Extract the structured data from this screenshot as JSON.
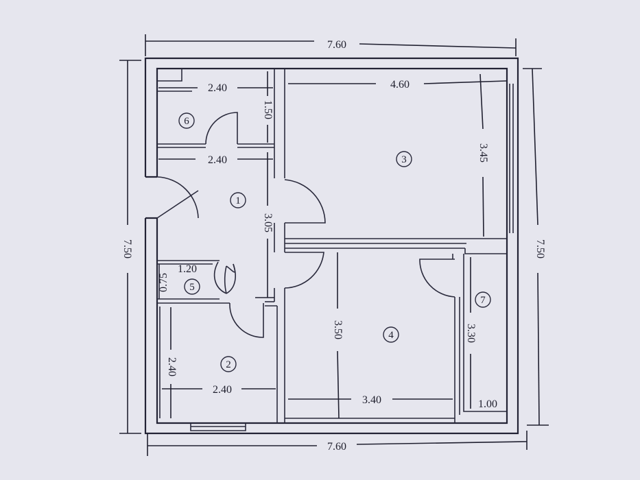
{
  "dimensions": {
    "overall_width_top": "7.60",
    "overall_width_bottom": "7.60",
    "overall_height_left": "7.50",
    "overall_height_right": "7.50",
    "room6_width": "2.40",
    "room6_depth": "1.50",
    "room1_width": "2.40",
    "room1_depth": "3.05",
    "room3_width": "4.60",
    "room3_depth": "3.45",
    "room5_width": "1.20",
    "room5_depth": "0.75",
    "room2_width": "2.40",
    "room2_depth": "2.40",
    "room4_width": "3.40",
    "room4_depth": "3.50",
    "room7_width": "1.00",
    "room7_depth": "3.30"
  },
  "rooms": [
    {
      "id": "1"
    },
    {
      "id": "2"
    },
    {
      "id": "3"
    },
    {
      "id": "4"
    },
    {
      "id": "5"
    },
    {
      "id": "6"
    },
    {
      "id": "7"
    }
  ]
}
